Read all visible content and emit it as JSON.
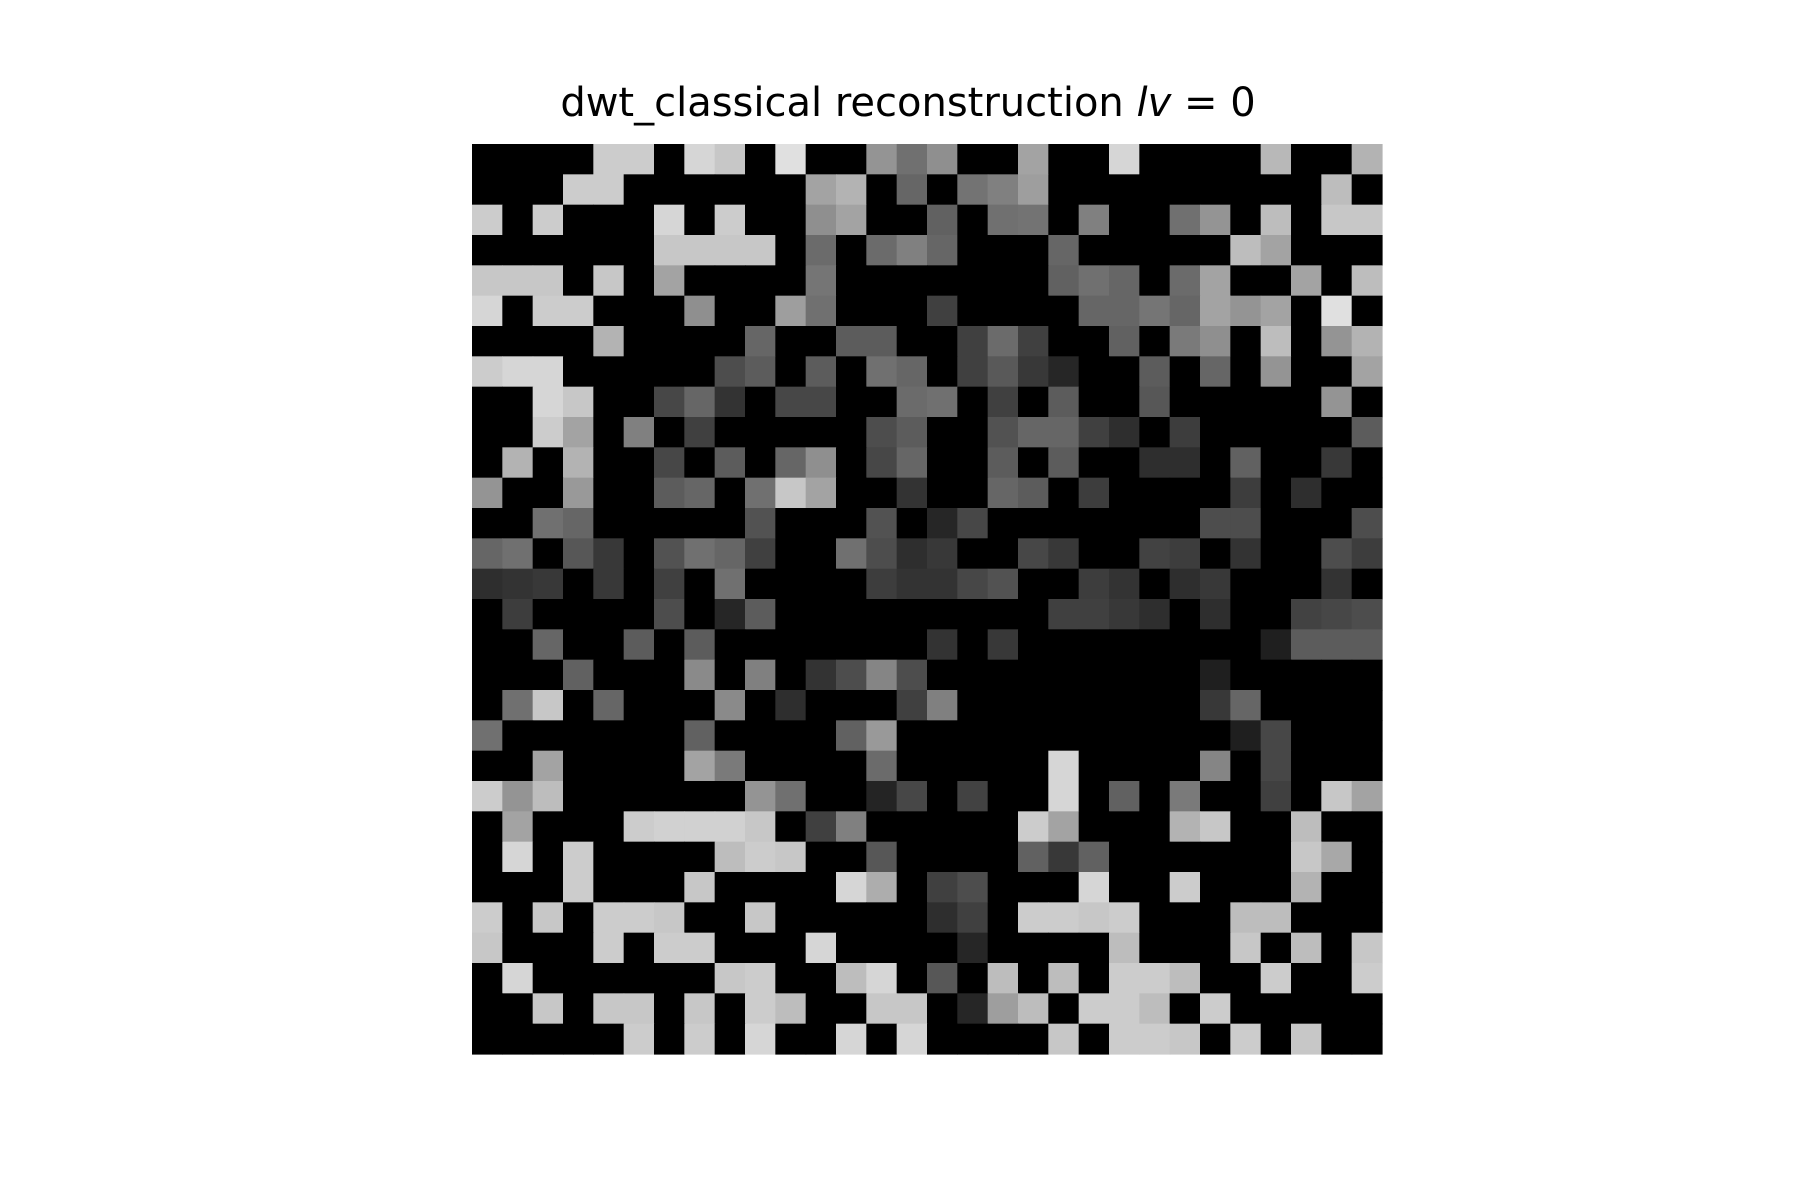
{
  "chart_data": {
    "type": "heatmap",
    "title": "dwt_classical reconstruction ",
    "title_math": {
      "symbol": "lv",
      "equals": " = ",
      "value": "0"
    },
    "colormap": "gray",
    "axes_visible": false,
    "grid": false,
    "rows": 30,
    "cols": 30,
    "note": "values 0 (black) to 1 (light gray ~0.84)",
    "values": [
      [
        0,
        0,
        0,
        0,
        0.8,
        0.8,
        0,
        0.84,
        0.78,
        0,
        0.88,
        0,
        0,
        0.58,
        0.44,
        0.56,
        0,
        0,
        0.64,
        0,
        0,
        0.84,
        0,
        0,
        0,
        0,
        0.72,
        0,
        0,
        0.7
      ],
      [
        0,
        0,
        0,
        0.8,
        0.8,
        0,
        0,
        0,
        0,
        0,
        0,
        0.64,
        0.7,
        0,
        0.4,
        0,
        0.45,
        0.5,
        0.62,
        0,
        0,
        0,
        0,
        0,
        0,
        0,
        0,
        0,
        0.74,
        0
      ],
      [
        0.8,
        0,
        0.8,
        0,
        0,
        0,
        0.84,
        0,
        0.8,
        0,
        0,
        0.56,
        0.64,
        0,
        0,
        0.38,
        0,
        0.44,
        0.45,
        0,
        0.5,
        0,
        0,
        0.44,
        0.58,
        0,
        0.74,
        0,
        0.78,
        0.78
      ],
      [
        0,
        0,
        0,
        0,
        0,
        0,
        0.78,
        0.78,
        0.78,
        0.78,
        0,
        0.42,
        0,
        0.42,
        0.5,
        0.4,
        0,
        0,
        0,
        0.4,
        0,
        0,
        0,
        0,
        0,
        0.74,
        0.64,
        0,
        0,
        0
      ],
      [
        0.78,
        0.78,
        0.78,
        0,
        0.78,
        0,
        0.64,
        0,
        0,
        0,
        0,
        0.46,
        0,
        0,
        0,
        0,
        0,
        0,
        0,
        0.38,
        0.44,
        0.4,
        0,
        0.42,
        0.64,
        0,
        0,
        0.64,
        0,
        0.74
      ],
      [
        0.84,
        0,
        0.8,
        0.8,
        0,
        0,
        0,
        0.56,
        0,
        0,
        0.62,
        0.44,
        0,
        0,
        0,
        0.25,
        0,
        0,
        0,
        0,
        0.4,
        0.4,
        0.46,
        0.4,
        0.64,
        0.58,
        0.64,
        0,
        0.88,
        0
      ],
      [
        0,
        0,
        0,
        0,
        0.7,
        0,
        0,
        0,
        0,
        0.4,
        0,
        0,
        0.36,
        0.36,
        0,
        0,
        0.25,
        0.42,
        0.25,
        0,
        0,
        0.38,
        0,
        0.48,
        0.56,
        0,
        0.74,
        0,
        0.58,
        0.7
      ],
      [
        0.8,
        0.84,
        0.84,
        0,
        0,
        0,
        0,
        0,
        0.3,
        0.36,
        0,
        0.36,
        0,
        0.44,
        0.4,
        0,
        0.25,
        0.35,
        0.22,
        0.15,
        0,
        0,
        0.36,
        0,
        0.4,
        0,
        0.58,
        0,
        0,
        0.64
      ],
      [
        0,
        0,
        0.84,
        0.78,
        0,
        0,
        0.28,
        0.4,
        0.2,
        0,
        0.28,
        0.28,
        0,
        0,
        0.42,
        0.44,
        0,
        0.25,
        0,
        0.36,
        0,
        0,
        0.34,
        0,
        0,
        0,
        0,
        0,
        0.58,
        0
      ],
      [
        0,
        0,
        0.8,
        0.64,
        0,
        0.5,
        0,
        0.25,
        0,
        0,
        0,
        0,
        0,
        0.3,
        0.36,
        0,
        0,
        0.32,
        0.4,
        0.4,
        0.25,
        0.18,
        0,
        0.24,
        0,
        0,
        0,
        0,
        0,
        0.36
      ],
      [
        0,
        0.7,
        0,
        0.7,
        0,
        0,
        0.28,
        0,
        0.36,
        0,
        0.4,
        0.56,
        0,
        0.28,
        0.4,
        0,
        0,
        0.36,
        0,
        0.36,
        0,
        0,
        0.18,
        0.18,
        0,
        0.38,
        0,
        0,
        0.22,
        0
      ],
      [
        0.58,
        0,
        0,
        0.6,
        0,
        0,
        0.36,
        0.4,
        0,
        0.44,
        0.78,
        0.64,
        0,
        0,
        0.2,
        0,
        0,
        0.4,
        0.36,
        0,
        0.24,
        0,
        0,
        0,
        0,
        0.24,
        0,
        0.18,
        0,
        0
      ],
      [
        0,
        0,
        0.44,
        0.4,
        0,
        0,
        0,
        0,
        0,
        0.32,
        0,
        0,
        0,
        0.32,
        0,
        0.15,
        0.28,
        0,
        0,
        0,
        0,
        0,
        0,
        0,
        0.3,
        0.3,
        0,
        0,
        0,
        0.3
      ],
      [
        0.4,
        0.44,
        0,
        0.34,
        0.22,
        0,
        0.32,
        0.44,
        0.4,
        0.25,
        0,
        0,
        0.44,
        0.3,
        0.18,
        0.22,
        0,
        0,
        0.28,
        0.22,
        0,
        0,
        0.26,
        0.24,
        0,
        0.2,
        0,
        0,
        0.3,
        0.24
      ],
      [
        0.18,
        0.2,
        0.22,
        0,
        0.22,
        0,
        0.25,
        0,
        0.44,
        0,
        0,
        0,
        0,
        0.24,
        0.2,
        0.2,
        0.28,
        0.32,
        0,
        0,
        0.24,
        0.2,
        0,
        0.18,
        0.22,
        0,
        0,
        0,
        0.2,
        0
      ],
      [
        0,
        0.24,
        0,
        0,
        0,
        0,
        0.3,
        0,
        0.15,
        0.36,
        0,
        0,
        0,
        0,
        0,
        0,
        0,
        0,
        0,
        0.25,
        0.25,
        0.22,
        0.18,
        0,
        0.18,
        0,
        0,
        0.26,
        0.28,
        0.3
      ],
      [
        0,
        0,
        0.4,
        0,
        0,
        0.36,
        0,
        0.36,
        0,
        0,
        0,
        0,
        0,
        0,
        0,
        0.2,
        0,
        0.22,
        0,
        0,
        0,
        0,
        0,
        0,
        0,
        0,
        0.12,
        0.36,
        0.36,
        0.36
      ],
      [
        0,
        0,
        0,
        0.38,
        0,
        0,
        0,
        0.54,
        0,
        0.5,
        0,
        0.2,
        0.3,
        0.52,
        0.3,
        0,
        0,
        0,
        0,
        0,
        0,
        0,
        0,
        0,
        0.12,
        0,
        0,
        0,
        0,
        0
      ],
      [
        0,
        0.44,
        0.78,
        0,
        0.4,
        0,
        0,
        0,
        0.54,
        0,
        0.18,
        0,
        0,
        0,
        0.25,
        0.5,
        0,
        0,
        0,
        0,
        0,
        0,
        0,
        0,
        0.22,
        0.4,
        0,
        0,
        0,
        0
      ],
      [
        0.44,
        0,
        0,
        0,
        0,
        0,
        0,
        0.38,
        0,
        0,
        0,
        0,
        0.38,
        0.6,
        0,
        0,
        0,
        0,
        0,
        0,
        0,
        0,
        0,
        0,
        0,
        0.12,
        0.28,
        0,
        0,
        0
      ],
      [
        0,
        0,
        0.64,
        0,
        0,
        0,
        0,
        0.64,
        0.48,
        0,
        0,
        0,
        0,
        0.42,
        0,
        0,
        0,
        0,
        0,
        0.84,
        0,
        0,
        0,
        0,
        0.52,
        0,
        0.28,
        0,
        0,
        0
      ],
      [
        0.8,
        0.58,
        0.74,
        0,
        0,
        0,
        0,
        0,
        0,
        0.58,
        0.44,
        0,
        0,
        0.14,
        0.28,
        0,
        0.26,
        0,
        0,
        0.84,
        0,
        0.38,
        0,
        0.48,
        0,
        0,
        0.25,
        0,
        0.78,
        0.64
      ],
      [
        0,
        0.64,
        0,
        0,
        0,
        0.8,
        0.82,
        0.82,
        0.82,
        0.78,
        0,
        0.25,
        0.5,
        0,
        0,
        0,
        0,
        0,
        0.8,
        0.64,
        0,
        0,
        0,
        0.7,
        0.78,
        0,
        0,
        0.74,
        0,
        0
      ],
      [
        0,
        0.84,
        0,
        0.8,
        0,
        0,
        0,
        0,
        0.74,
        0.8,
        0.78,
        0,
        0,
        0.34,
        0,
        0,
        0,
        0,
        0.38,
        0.22,
        0.38,
        0,
        0,
        0,
        0,
        0,
        0,
        0.78,
        0.66,
        0
      ],
      [
        0,
        0,
        0,
        0.8,
        0,
        0,
        0,
        0.78,
        0,
        0,
        0,
        0,
        0.84,
        0.68,
        0,
        0.25,
        0.3,
        0,
        0,
        0,
        0.84,
        0,
        0,
        0.8,
        0,
        0,
        0,
        0.7,
        0,
        0
      ],
      [
        0.8,
        0,
        0.78,
        0,
        0.8,
        0.8,
        0.78,
        0,
        0,
        0.78,
        0,
        0,
        0,
        0,
        0,
        0.18,
        0.25,
        0,
        0.8,
        0.8,
        0.78,
        0.8,
        0,
        0,
        0,
        0.74,
        0.74,
        0,
        0,
        0
      ],
      [
        0.78,
        0,
        0,
        0,
        0.8,
        0,
        0.8,
        0.8,
        0,
        0,
        0,
        0.84,
        0,
        0,
        0,
        0,
        0.15,
        0,
        0,
        0,
        0,
        0.74,
        0,
        0,
        0,
        0.78,
        0,
        0.74,
        0,
        0.78
      ],
      [
        0,
        0.84,
        0,
        0,
        0,
        0,
        0,
        0,
        0.78,
        0.8,
        0,
        0,
        0.74,
        0.84,
        0,
        0.34,
        0,
        0.74,
        0,
        0.74,
        0,
        0.8,
        0.8,
        0.74,
        0,
        0,
        0.8,
        0,
        0,
        0.8
      ],
      [
        0,
        0,
        0.78,
        0,
        0.78,
        0.78,
        0,
        0.78,
        0,
        0.8,
        0.74,
        0,
        0,
        0.78,
        0.78,
        0,
        0.15,
        0.62,
        0.74,
        0,
        0.8,
        0.8,
        0.74,
        0,
        0.8,
        0,
        0,
        0,
        0,
        0
      ],
      [
        0,
        0,
        0,
        0,
        0,
        0.8,
        0,
        0.8,
        0,
        0.84,
        0,
        0,
        0.84,
        0,
        0.84,
        0,
        0,
        0,
        0,
        0.78,
        0,
        0.8,
        0.8,
        0.78,
        0,
        0.8,
        0,
        0.78,
        0,
        0
      ]
    ]
  }
}
